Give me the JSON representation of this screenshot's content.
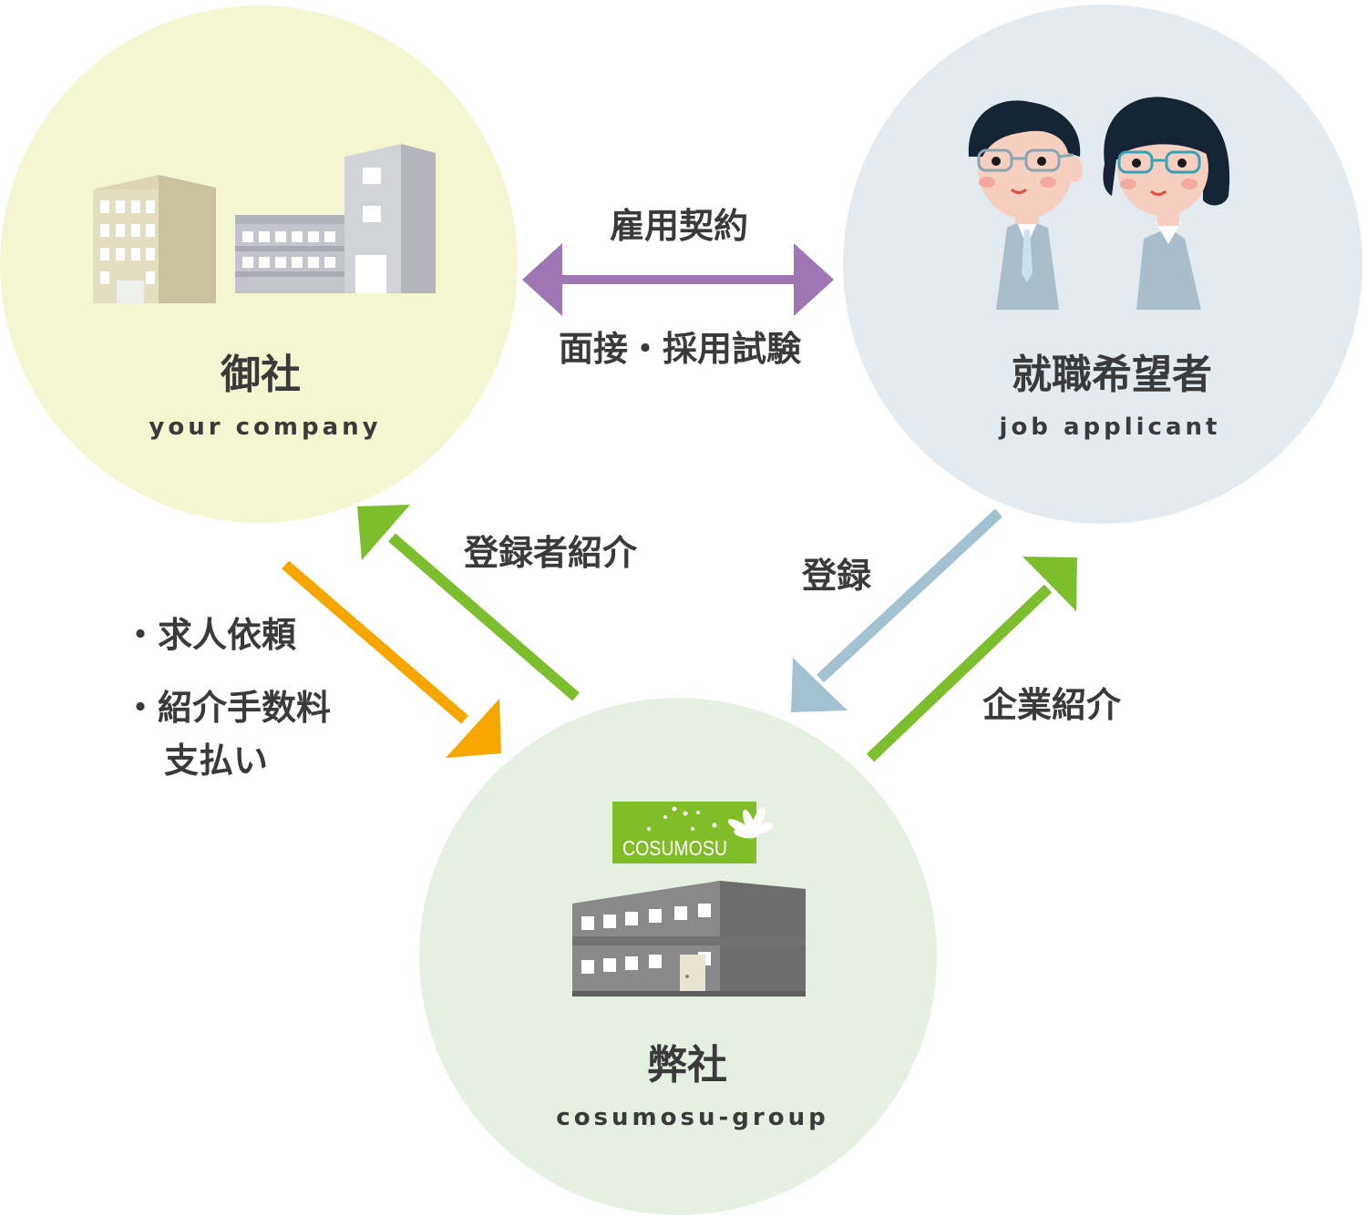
{
  "colors": {
    "company_circle": "#f4f6d2",
    "applicant_circle": "#e3ebf1",
    "cosumosu_circle": "#e6f0e2",
    "contract_arrow": "#9e76b4",
    "request_arrow": "#f5a700",
    "introduction_arrow": "#7dbe2e",
    "registration_arrow": "#a3c2d1",
    "logo_bg": "#80bd29",
    "text": "#3a3a3a"
  },
  "nodes": {
    "company": {
      "title": "御社",
      "subtitle": "your company",
      "icon": "office-buildings-icon"
    },
    "applicant": {
      "title": "就職希望者",
      "subtitle": "job applicant",
      "icon": "job-applicants-icon"
    },
    "cosumosu": {
      "title": "弊社",
      "subtitle": "cosumosu-group",
      "icon": "cosumosu-office-icon",
      "logo_text": "COSUMOSU"
    }
  },
  "edges": {
    "contract_top": "雇用契約",
    "contract_bottom": "面接・採用試験",
    "candidate_intro": "登録者紹介",
    "registration": "登録",
    "company_intro": "企業紹介",
    "request_line1": "・求人依頼",
    "request_line2": "・紹介手数料",
    "request_line3": "支払い"
  }
}
